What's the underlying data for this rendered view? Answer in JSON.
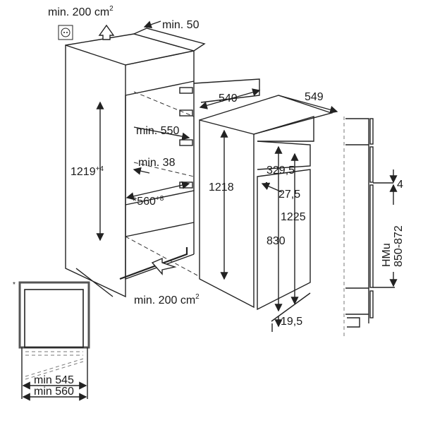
{
  "labels": {
    "vent_top": "min. 200 cm",
    "vent_top_sup": "2",
    "gap_top": "min. 50",
    "depth_540": "540",
    "depth_549": "549",
    "min_550": "min. 550",
    "niche_height": "1219",
    "niche_height_tol": "+4",
    "min_38": "min. 38",
    "niche_width": "*560",
    "niche_width_tol": "+8",
    "appliance_height": "1218",
    "door_329": "329,5",
    "door_27": "27,5",
    "height_1225": "1225",
    "height_830": "830",
    "vent_bottom": "min. 200 cm",
    "vent_bottom_sup": "2",
    "bottom_19": "19,5",
    "gap_4": "4",
    "hmu_label": "HMu",
    "hmu_range": "850-872",
    "asterisk": "*",
    "min_545": "min 545",
    "min_560": "min 560"
  }
}
